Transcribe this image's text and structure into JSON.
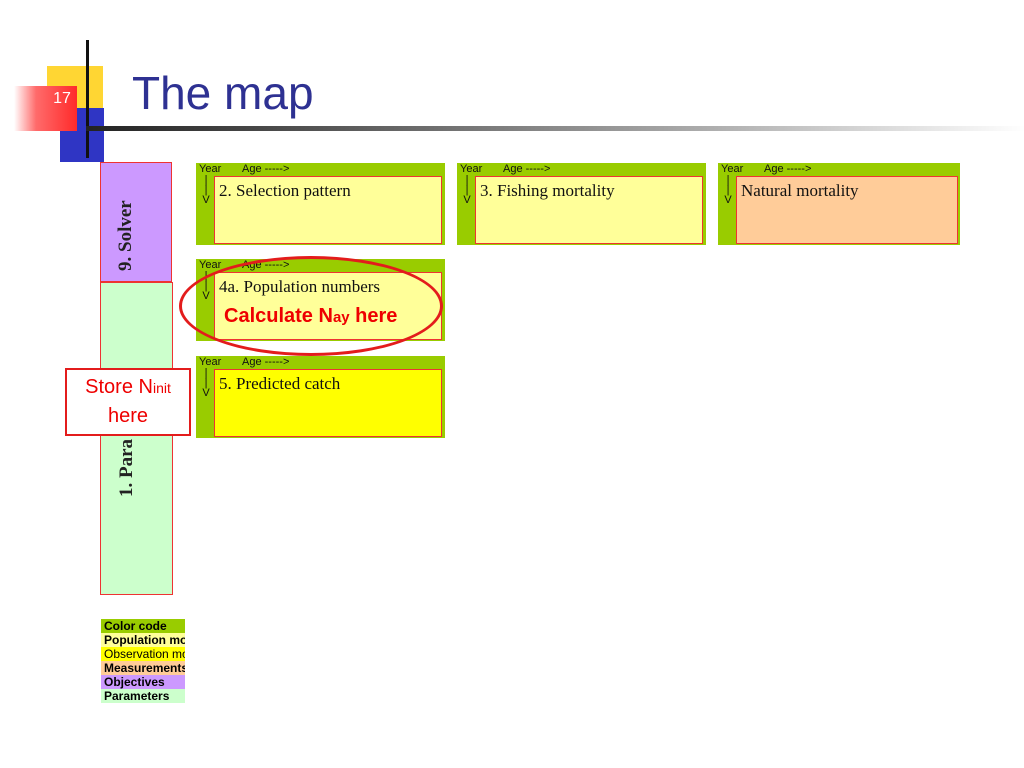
{
  "slide": {
    "number": "17",
    "title": "The map"
  },
  "sidebars": {
    "solver": "9. Solver",
    "parameters": "1. Para"
  },
  "sheets": [
    {
      "year": "Year",
      "age": "Age ----->",
      "arrow": [
        "|",
        "|",
        "V"
      ],
      "title": "2. Selection pattern",
      "color": "#ffff99"
    },
    {
      "year": "Year",
      "age": "Age ----->",
      "arrow": [
        "|",
        "|",
        "V"
      ],
      "title": "3. Fishing mortality",
      "color": "#ffff99"
    },
    {
      "year": "Year",
      "age": "Age ----->",
      "arrow": [
        "|",
        "|",
        "V"
      ],
      "title": "Natural mortality",
      "color": "#ffcc99"
    },
    {
      "year": "Year",
      "age": "Age ----->",
      "arrow": [
        "|",
        "|",
        "V"
      ],
      "title": "4a. Population numbers",
      "color": "#ffff99"
    },
    {
      "year": "Year",
      "age": "Age ----->",
      "arrow": [
        "|",
        "|",
        "V"
      ],
      "title": "5. Predicted catch",
      "color": "#ffff00"
    }
  ],
  "annotations": {
    "calculate": {
      "main": "Calculate N",
      "sub": "ay",
      "tail": " here"
    },
    "store": {
      "line1": "Store  N",
      "sub": "init",
      "line2": "here"
    }
  },
  "legend": {
    "items": [
      {
        "label": "Color code",
        "color": "#99cc00",
        "bold": true
      },
      {
        "label": "Population model",
        "color": "#ffff99",
        "bold": true
      },
      {
        "label": "Observation model",
        "color": "#ffff00",
        "bold": false
      },
      {
        "label": "Measurements",
        "color": "#ffcc99",
        "bold": true
      },
      {
        "label": "Objectives",
        "color": "#cc99ff",
        "bold": true
      },
      {
        "label": "Parameters",
        "color": "#ccffcc",
        "bold": true
      }
    ]
  }
}
